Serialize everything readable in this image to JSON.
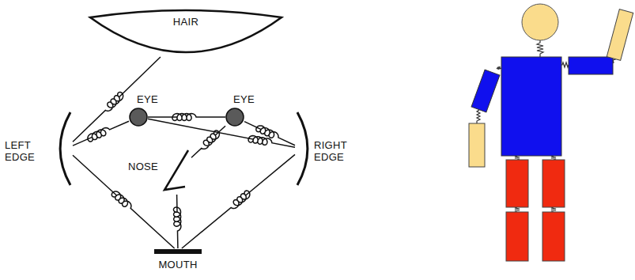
{
  "diagram": {
    "nodes": [
      {
        "text": [
          "HAIR"
        ]
      },
      {
        "text": [
          "EYE"
        ]
      },
      {
        "text": [
          "EYE"
        ]
      },
      {
        "text": [
          "LEFT EDGE"
        ]
      },
      {
        "text": [
          "RIGHT EDGE"
        ]
      },
      {
        "text": [
          "NOSE"
        ]
      },
      {
        "text": [
          "MOUTH"
        ]
      }
    ],
    "edges": [
      {
        "from": 0,
        "to": 3,
        "arrow": "none"
      },
      {
        "from": 3,
        "to": 1,
        "arrow": "none"
      },
      {
        "from": 1,
        "to": 2,
        "arrow": "none"
      },
      {
        "from": 2,
        "to": 4,
        "arrow": "none"
      },
      {
        "from": 1,
        "to": 4,
        "arrow": "none"
      },
      {
        "from": 2,
        "to": 5,
        "arrow": "none"
      },
      {
        "from": 3,
        "to": 6,
        "arrow": "none"
      },
      {
        "from": 4,
        "to": 6,
        "arrow": "none"
      },
      {
        "from": 5,
        "to": 6,
        "arrow": "none"
      }
    ]
  }
}
